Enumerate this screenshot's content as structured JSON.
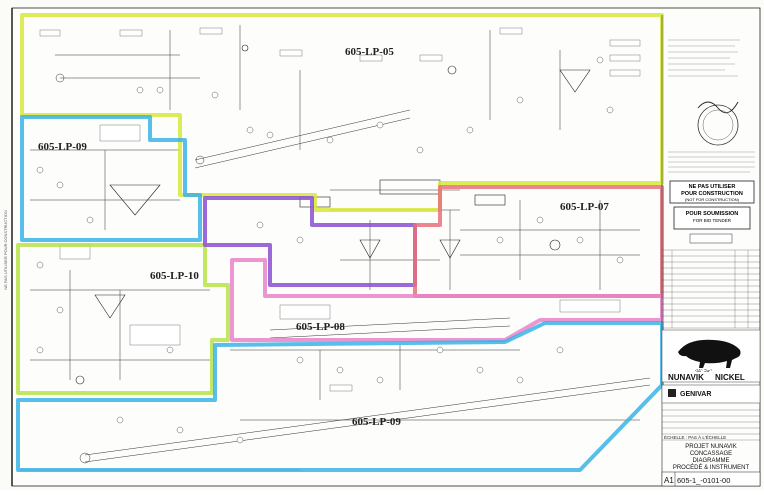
{
  "zones": [
    {
      "id": "605-LP-05",
      "label": "605-LP-05",
      "color": "#d7e83a"
    },
    {
      "id": "605-LP-09-top",
      "label": "605-LP-09",
      "color": "#3bb3e6"
    },
    {
      "id": "605-LP-10",
      "label": "605-LP-10",
      "color": "#b7e34a"
    },
    {
      "id": "605-LP-07",
      "label": "605-LP-07",
      "color": "#e8707a"
    },
    {
      "id": "605-LP-08",
      "label": "605-LP-08",
      "color": "#e884c8"
    },
    {
      "id": "605-LP-09-bottom",
      "label": "605-LP-09",
      "color": "#3bb3e6"
    },
    {
      "id": "purple-link",
      "label": "",
      "color": "#8a4fd1"
    }
  ],
  "stamps": {
    "ne_pas_line1": "NE PAS UTILISER",
    "ne_pas_line2": "POUR CONSTRUCTION",
    "ne_pas_line3": "(NOT FOR CONSTRUCTION)",
    "soumission_line1": "POUR SOUMISSION",
    "soumission_line2": "FOR BID TENDER"
  },
  "title_block": {
    "logo_text_small": "ᐊᐃᑉ ᑐᓂᕝ",
    "logo_nunavik": "NUNAVIK",
    "logo_nickel": "NICKEL",
    "consultant": "GENIVAR",
    "projet_line1": "PROJET NUNAVIK",
    "projet_line2": "CONCASSAGE",
    "projet_line3": "DIAGRAMME",
    "projet_line4": "PROCÉDÉ & INSTRUMENT",
    "sheet_size": "A1",
    "drawing_number": "605-1_-0101-00",
    "echelle": "ÉCHELLE : PAS À L'ÉCHELLE"
  },
  "side_text": "NE PAS UTILISER POUR CONSTRUCTION"
}
